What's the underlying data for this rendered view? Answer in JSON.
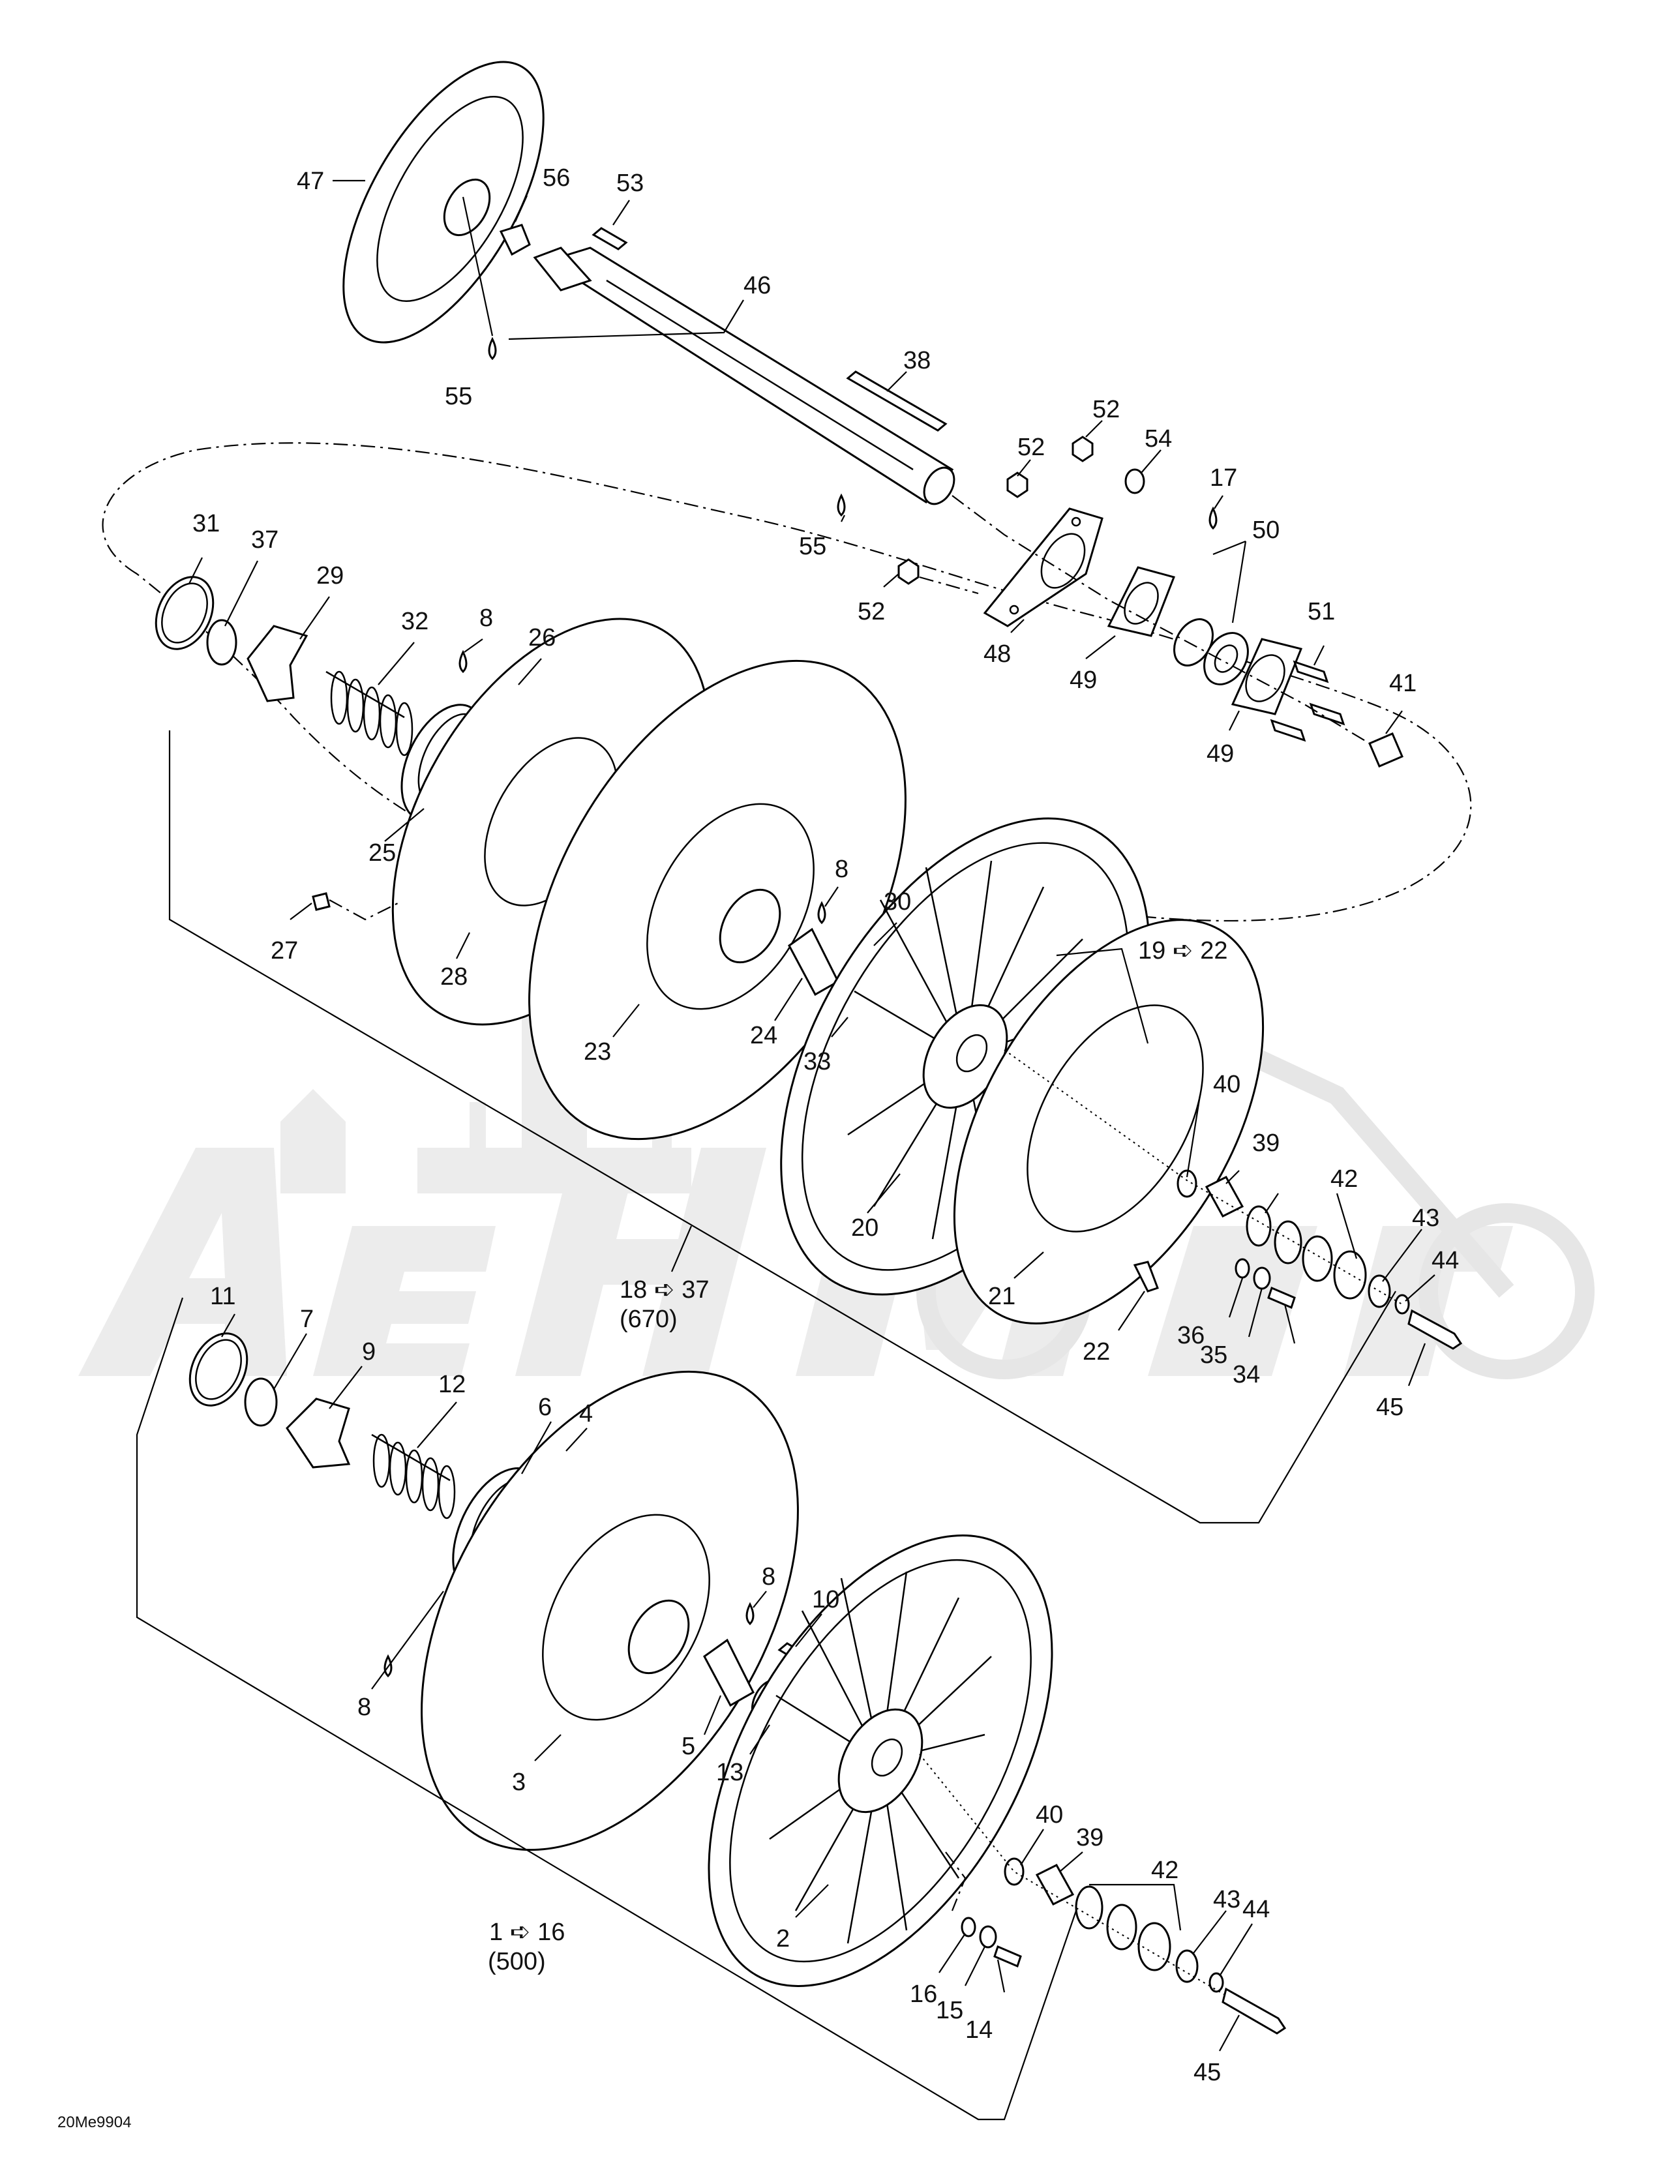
{
  "diagram": {
    "drawing_code": "20Me9904",
    "watermark": "AehMoto",
    "callouts": [
      {
        "id": "c47",
        "text": "47"
      },
      {
        "id": "c56",
        "text": "56"
      },
      {
        "id": "c53",
        "text": "53"
      },
      {
        "id": "c46",
        "text": "46"
      },
      {
        "id": "c55a",
        "text": "55"
      },
      {
        "id": "c38",
        "text": "38"
      },
      {
        "id": "c52a",
        "text": "52"
      },
      {
        "id": "c52b",
        "text": "52"
      },
      {
        "id": "c54",
        "text": "54"
      },
      {
        "id": "c17",
        "text": "17"
      },
      {
        "id": "c55b",
        "text": "55"
      },
      {
        "id": "c50",
        "text": "50"
      },
      {
        "id": "c52c",
        "text": "52"
      },
      {
        "id": "c48",
        "text": "48"
      },
      {
        "id": "c49a",
        "text": "49"
      },
      {
        "id": "c51",
        "text": "51"
      },
      {
        "id": "c41",
        "text": "41"
      },
      {
        "id": "c49b",
        "text": "49"
      },
      {
        "id": "c31",
        "text": "31"
      },
      {
        "id": "c37",
        "text": "37"
      },
      {
        "id": "c29",
        "text": "29"
      },
      {
        "id": "c32",
        "text": "32"
      },
      {
        "id": "c8a",
        "text": "8"
      },
      {
        "id": "c26",
        "text": "26"
      },
      {
        "id": "c25",
        "text": "25"
      },
      {
        "id": "c27",
        "text": "27"
      },
      {
        "id": "c28",
        "text": "28"
      },
      {
        "id": "c8b",
        "text": "8"
      },
      {
        "id": "c30",
        "text": "30"
      },
      {
        "id": "c19",
        "text": "19 ➪ 22"
      },
      {
        "id": "c24",
        "text": "24"
      },
      {
        "id": "c33",
        "text": "33"
      },
      {
        "id": "c23",
        "text": "23"
      },
      {
        "id": "c40a",
        "text": "40"
      },
      {
        "id": "c39a",
        "text": "39"
      },
      {
        "id": "c42a",
        "text": "42"
      },
      {
        "id": "c20",
        "text": "20"
      },
      {
        "id": "c21",
        "text": "21"
      },
      {
        "id": "c43a",
        "text": "43"
      },
      {
        "id": "c44a",
        "text": "44"
      },
      {
        "id": "c18",
        "text": "18 ➪ 37"
      },
      {
        "id": "c670",
        "text": "(670)"
      },
      {
        "id": "c22",
        "text": "22"
      },
      {
        "id": "c36",
        "text": "36"
      },
      {
        "id": "c35",
        "text": "35"
      },
      {
        "id": "c34",
        "text": "34"
      },
      {
        "id": "c45a",
        "text": "45"
      },
      {
        "id": "c11",
        "text": "11"
      },
      {
        "id": "c7",
        "text": "7"
      },
      {
        "id": "c9",
        "text": "9"
      },
      {
        "id": "c12",
        "text": "12"
      },
      {
        "id": "c6",
        "text": "6"
      },
      {
        "id": "c4",
        "text": "4"
      },
      {
        "id": "c8c",
        "text": "8"
      },
      {
        "id": "c10",
        "text": "10"
      },
      {
        "id": "c8d",
        "text": "8"
      },
      {
        "id": "c5",
        "text": "5"
      },
      {
        "id": "c13",
        "text": "13"
      },
      {
        "id": "c3",
        "text": "3"
      },
      {
        "id": "c40b",
        "text": "40"
      },
      {
        "id": "c39b",
        "text": "39"
      },
      {
        "id": "c42b",
        "text": "42"
      },
      {
        "id": "c1",
        "text": "1 ➪ 16"
      },
      {
        "id": "c500",
        "text": "(500)"
      },
      {
        "id": "c2",
        "text": "2"
      },
      {
        "id": "c43b",
        "text": "43"
      },
      {
        "id": "c44b",
        "text": "44"
      },
      {
        "id": "c16",
        "text": "16"
      },
      {
        "id": "c15",
        "text": "15"
      },
      {
        "id": "c14",
        "text": "14"
      },
      {
        "id": "c45b",
        "text": "45"
      }
    ]
  }
}
